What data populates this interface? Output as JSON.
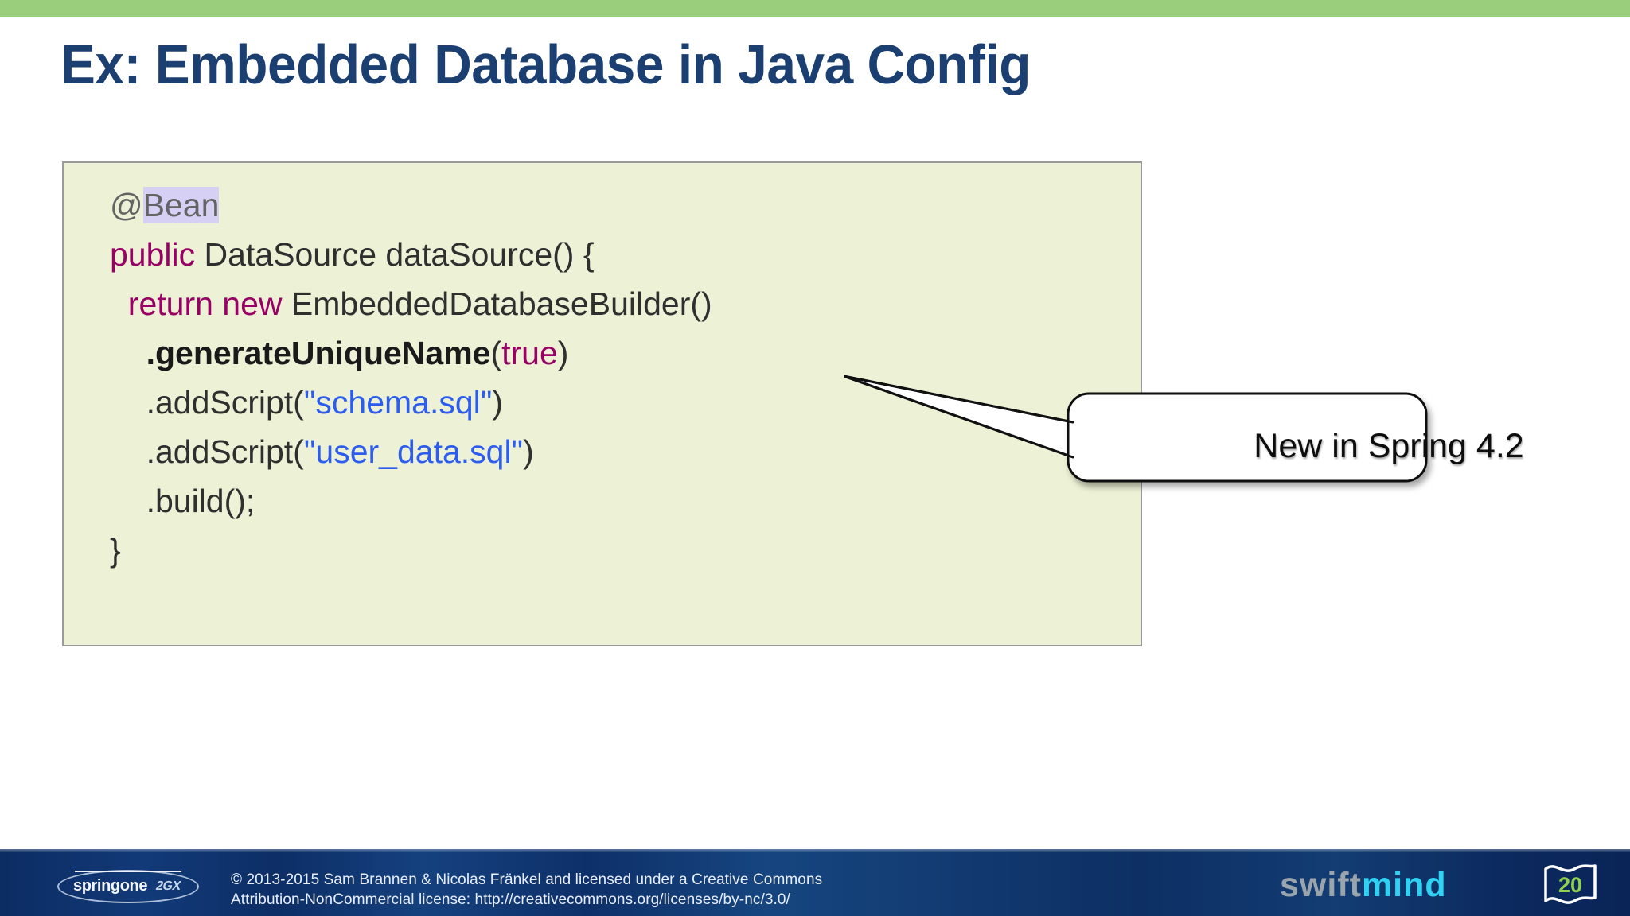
{
  "slide": {
    "title": "Ex: Embedded Database in Java Config",
    "number": "20",
    "accent_green": "#9bce7c",
    "title_color": "#1b3f70"
  },
  "code_block": {
    "background": "#edf1d5",
    "border_color": "#9a9a9a",
    "language": "java",
    "colors": {
      "keyword": "#990066",
      "string": "#2c5dee",
      "plain": "#2f2f2f",
      "annotation": "#646464",
      "annotation_highlight": "#d6d0f5",
      "method_bold": "#1a1a1a"
    },
    "lines": [
      {
        "indent": 0,
        "tokens": [
          {
            "text": "@",
            "type": "annot-at"
          },
          {
            "text": "Bean",
            "type": "annot-name"
          }
        ]
      },
      {
        "indent": 0,
        "tokens": [
          {
            "text": "public",
            "type": "kw"
          },
          {
            "text": " DataSource dataSource() {",
            "type": "plain"
          }
        ]
      },
      {
        "indent": 1,
        "tokens": [
          {
            "text": "return new",
            "type": "kw"
          },
          {
            "text": " EmbeddedDatabaseBuilder()",
            "type": "plain"
          }
        ]
      },
      {
        "indent": 2,
        "tokens": [
          {
            "text": ".generateUniqueName",
            "type": "method"
          },
          {
            "text": "(",
            "type": "plain"
          },
          {
            "text": "true",
            "type": "kw"
          },
          {
            "text": ")",
            "type": "plain"
          }
        ]
      },
      {
        "indent": 2,
        "tokens": [
          {
            "text": ".addScript(",
            "type": "plain"
          },
          {
            "text": "\"schema.sql\"",
            "type": "str"
          },
          {
            "text": ")",
            "type": "plain"
          }
        ]
      },
      {
        "indent": 2,
        "tokens": [
          {
            "text": ".addScript(",
            "type": "plain"
          },
          {
            "text": "\"user_data.sql\"",
            "type": "str"
          },
          {
            "text": ")",
            "type": "plain"
          }
        ]
      },
      {
        "indent": 2,
        "tokens": [
          {
            "text": ".build();",
            "type": "plain"
          }
        ]
      },
      {
        "indent": 0,
        "tokens": [
          {
            "text": "}",
            "type": "plain"
          }
        ]
      }
    ],
    "plain_text": "@Bean\npublic DataSource dataSource() {\n  return new EmbeddedDatabaseBuilder()\n    .generateUniqueName(true)\n    .addScript(\"schema.sql\")\n    .addScript(\"user_data.sql\")\n    .build();\n}"
  },
  "callout": {
    "label": "New in Spring 4.2",
    "fill": "#ffffff",
    "stroke": "#000000",
    "points_to": ".generateUniqueName(true)"
  },
  "footer": {
    "springone_logo": "springone",
    "springone_sub": "2GX",
    "copyright_line1": "© 2013-2015 Sam Brannen & Nicolas Fränkel and licensed under a Creative Commons",
    "copyright_line2": "Attribution-NonCommercial license: http://creativecommons.org/licenses/by-nc/3.0/",
    "swiftmind_part1": "swift",
    "swiftmind_part2": "mind",
    "page_number": "20",
    "background": "#0d2f66"
  }
}
